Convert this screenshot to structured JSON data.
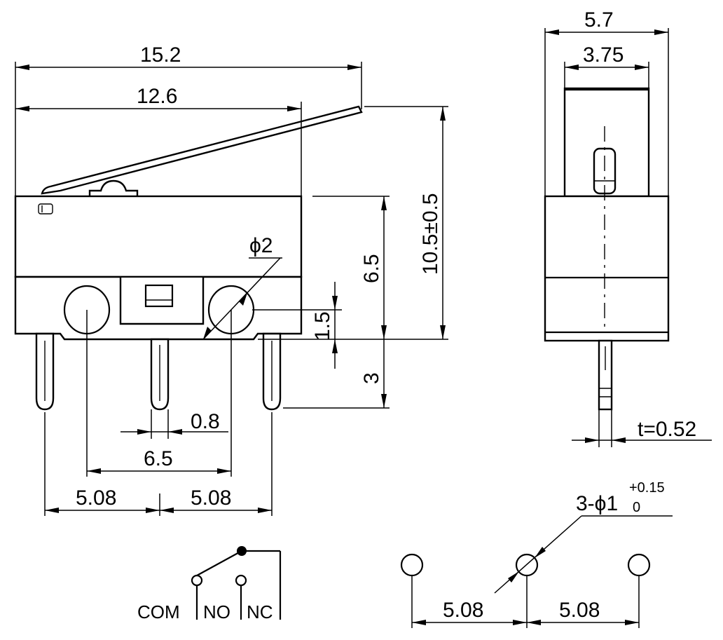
{
  "drawing": {
    "front_view": {
      "overall_length": "15.2",
      "lever_length": "12.6",
      "total_height": "10.5±0.5",
      "body_height": "6.5",
      "hole_diameter": "ϕ2",
      "hole_offset": "1.5",
      "pin_length": "3",
      "pin_width": "0.8",
      "hole_pitch": "6.5",
      "pin_pitch_left": "5.08",
      "pin_pitch_right": "5.08"
    },
    "side_view": {
      "overall_width": "5.7",
      "plunger_width": "3.75",
      "pin_thickness": "t=0.52"
    },
    "pcb_layout": {
      "hole_spec_main": "3-ϕ1",
      "hole_tol_upper": "+0.15",
      "hole_tol_lower": "0",
      "pitch_left": "5.08",
      "pitch_right": "5.08"
    },
    "schematic": {
      "com": "COM",
      "no": "NO",
      "nc": "NC"
    }
  }
}
